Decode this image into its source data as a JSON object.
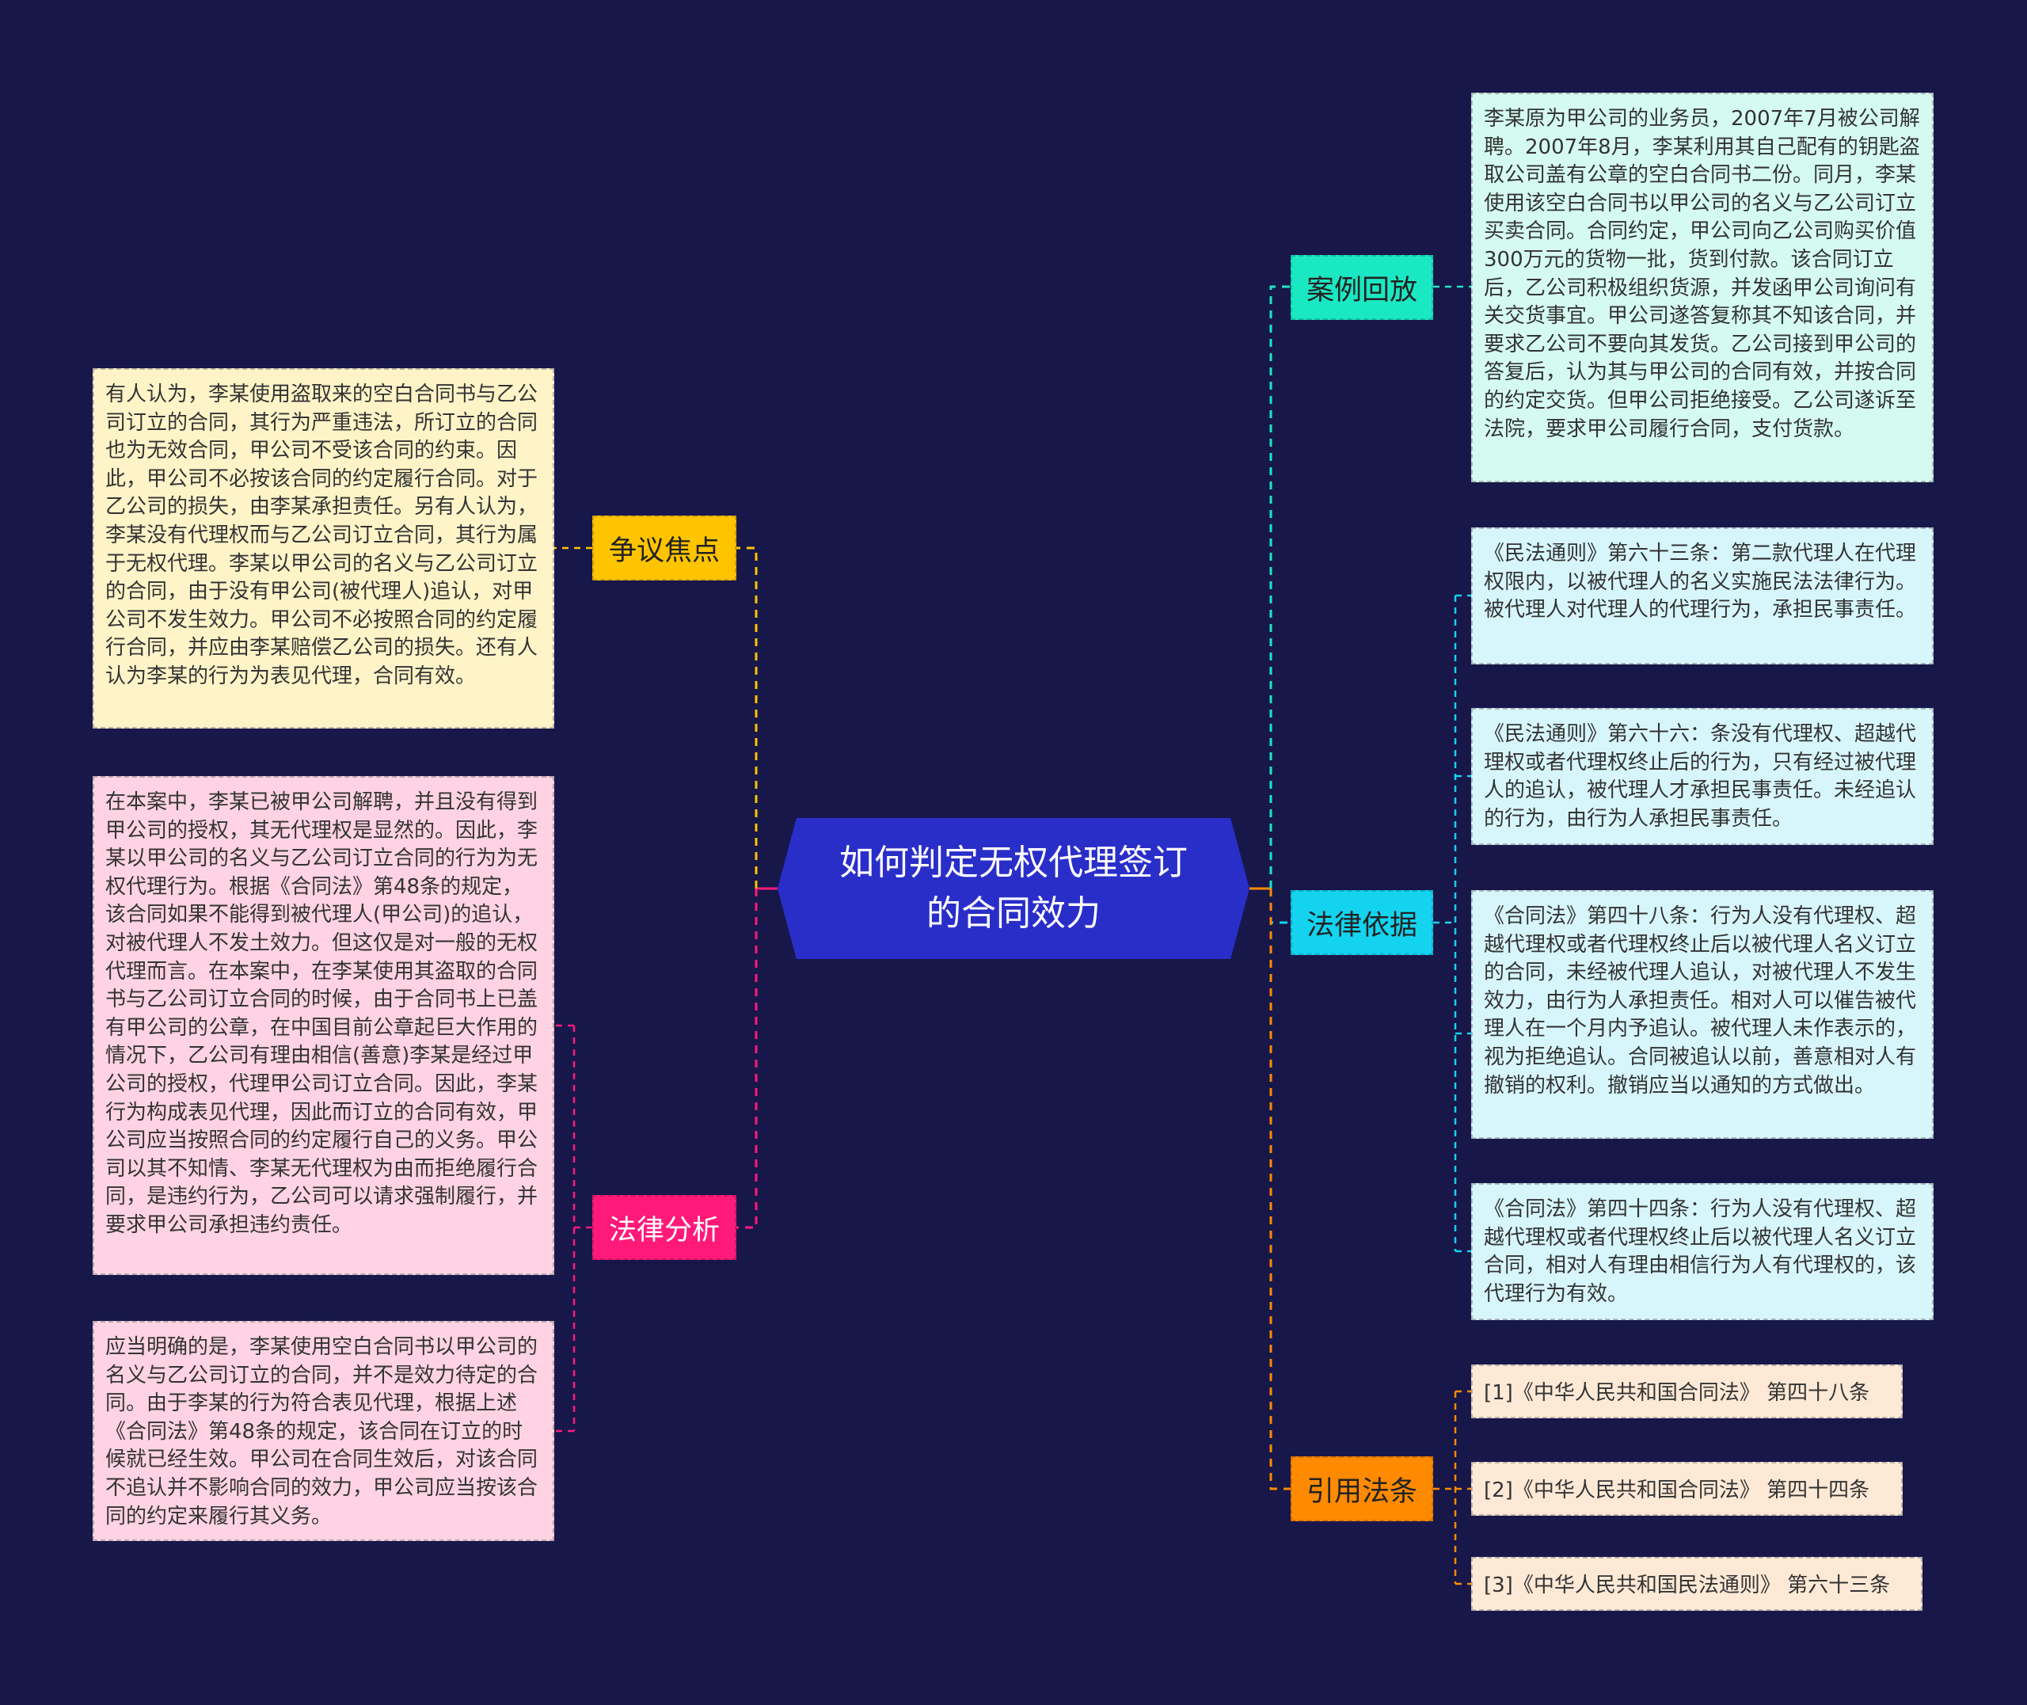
{
  "root": {
    "title": "如何判定无权代理签订的合同效力"
  },
  "colors": {
    "background": "#17174a",
    "root": "#2a2ec9",
    "dispute": "#ffc400",
    "analysis": "#ff1a7a",
    "case": "#1ae8c3",
    "basis": "#13d3ef",
    "refs": "#ff8a00"
  },
  "branches": {
    "case": {
      "label": "案例回放",
      "notes": [
        "李某原为甲公司的业务员，2007年7月被公司解聘。2007年8月，李某利用其自己配有的钥匙盗取公司盖有公章的空白合同书二份。同月，李某使用该空白合同书以甲公司的名义与乙公司订立买卖合同。合同约定，甲公司向乙公司购买价值300万元的货物一批，货到付款。该合同订立后，乙公司积极组织货源，并发函甲公司询问有关交货事宜。甲公司遂答复称其不知该合同，并要求乙公司不要向其发货。乙公司接到甲公司的答复后，认为其与甲公司的合同有效，并按合同的约定交货。但甲公司拒绝接受。乙公司遂诉至法院，要求甲公司履行合同，支付货款。"
      ]
    },
    "basis": {
      "label": "法律依据",
      "notes": [
        "《民法通则》第六十三条：第二款代理人在代理权限内，以被代理人的名义实施民法法律行为。被代理人对代理人的代理行为，承担民事责任。",
        "《民法通则》第六十六：条没有代理权、超越代理权或者代理权终止后的行为，只有经过被代理人的追认，被代理人才承担民事责任。未经追认的行为，由行为人承担民事责任。",
        "《合同法》第四十八条：行为人没有代理权、超越代理权或者代理权终止后以被代理人名义订立的合同，未经被代理人追认，对被代理人不发生效力，由行为人承担责任。相对人可以催告被代理人在一个月内予追认。被代理人未作表示的，视为拒绝追认。合同被追认以前，善意相对人有撤销的权利。撤销应当以通知的方式做出。",
        "《合同法》第四十四条：行为人没有代理权、超越代理权或者代理权终止后以被代理人名义订立合同，相对人有理由相信行为人有代理权的，该代理行为有效。"
      ]
    },
    "refs": {
      "label": "引用法条",
      "notes": [
        "[1]《中华人民共和国合同法》 第四十八条",
        "[2]《中华人民共和国合同法》 第四十四条",
        "[3]《中华人民共和国民法通则》 第六十三条"
      ]
    },
    "dispute": {
      "label": "争议焦点",
      "notes": [
        "有人认为，李某使用盗取来的空白合同书与乙公司订立的合同，其行为严重违法，所订立的合同也为无效合同，甲公司不受该合同的约束。因此，甲公司不必按该合同的约定履行合同。对于乙公司的损失，由李某承担责任。另有人认为，李某没有代理权而与乙公司订立合同，其行为属于无权代理。李某以甲公司的名义与乙公司订立的合同，由于没有甲公司(被代理人)追认，对甲公司不发生效力。甲公司不必按照合同的约定履行合同，并应由李某赔偿乙公司的损失。还有人认为李某的行为为表见代理，合同有效。"
      ]
    },
    "analysis": {
      "label": "法律分析",
      "notes": [
        "在本案中，李某已被甲公司解聘，并且没有得到甲公司的授权，其无代理权是显然的。因此，李某以甲公司的名义与乙公司订立合同的行为为无权代理行为。根据《合同法》第48条的规定，该合同如果不能得到被代理人(甲公司)的追认，对被代理人不发土效力。但这仅是对一般的无权代理而言。在本案中，在李某使用其盗取的合同书与乙公司订立合同的时候，由于合同书上已盖有甲公司的公章，在中国目前公章起巨大作用的情况下，乙公司有理由相信(善意)李某是经过甲公司的授权，代理甲公司订立合同。因此，李某行为构成表见代理，因此而订立的合同有效，甲公司应当按照合同的约定履行自己的义务。甲公司以其不知情、李某无代理权为由而拒绝履行合同，是违约行为，乙公司可以请求强制履行，并要求甲公司承担违约责任。",
        "应当明确的是，李某使用空白合同书以甲公司的名义与乙公司订立的合同，并不是效力待定的合同。由于李某的行为符合表见代理，根据上述《合同法》第48条的规定，该合同在订立的时候就已经生效。甲公司在合同生效后，对该合同不追认并不影响合同的效力，甲公司应当按该合同的约定来履行其义务。"
      ]
    }
  }
}
